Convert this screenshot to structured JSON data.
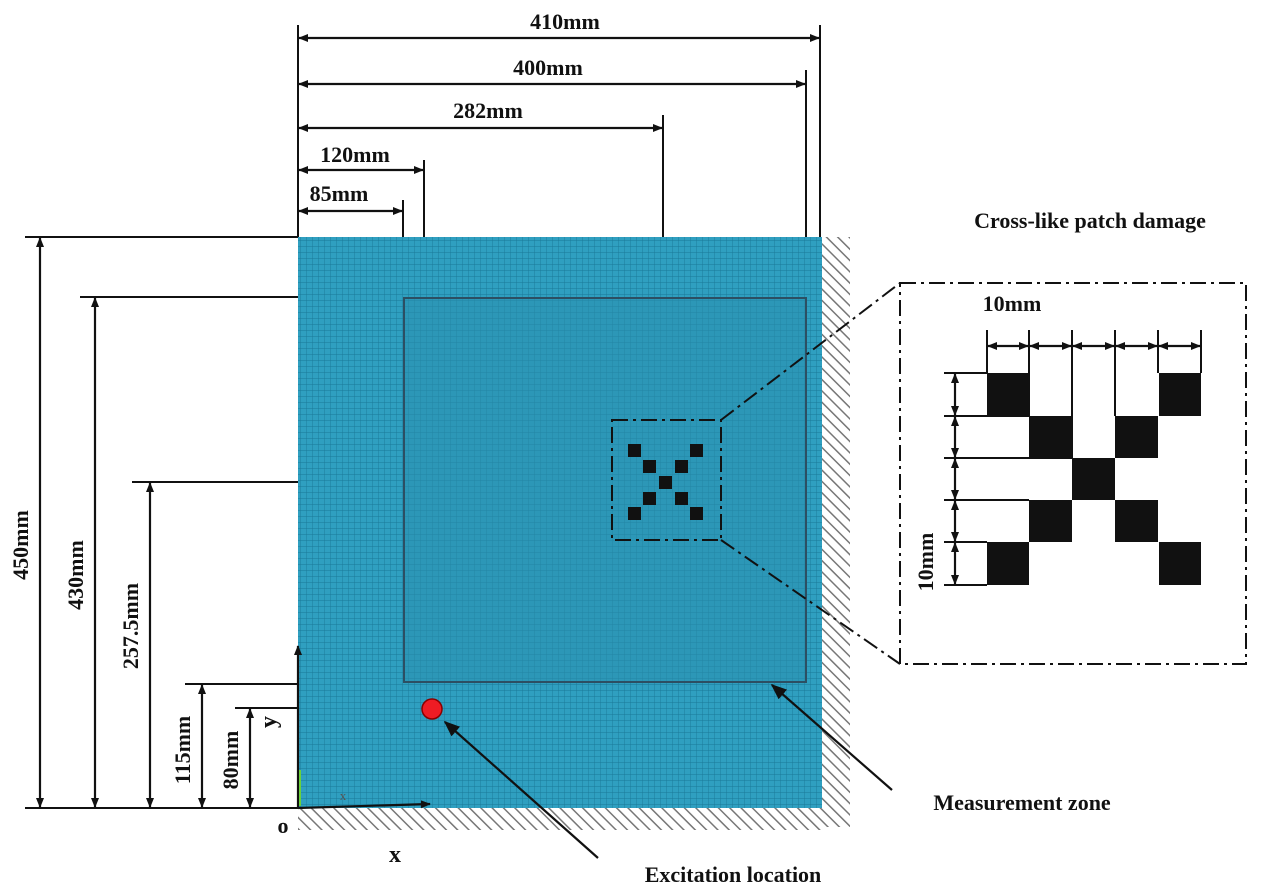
{
  "dimensions": {
    "w410": "410mm",
    "w400": "400mm",
    "w282": "282mm",
    "w120": "120mm",
    "w85": "85mm",
    "h450": "450mm",
    "h430": "430mm",
    "h257": "257.5mm",
    "h115": "115mm",
    "h80": "80mm"
  },
  "axes": {
    "origin": "o",
    "x": "x",
    "y": "y",
    "mesh_axis_mark": "x"
  },
  "labels": {
    "damage_title": "Cross-like patch damage",
    "measurement_zone": "Measurement zone",
    "excitation": "Excitation location"
  },
  "inset": {
    "width_label": "10mm",
    "height_label": "10mm"
  },
  "colors": {
    "plate_fill": "#2f9fc0",
    "mesh_line": "#1a7898",
    "zone_fill": "#2a8fae",
    "zone_border": "#2c4f63",
    "excitation_point": "#ee1c24",
    "damage_patch": "#111111",
    "hatching": "#777777"
  }
}
